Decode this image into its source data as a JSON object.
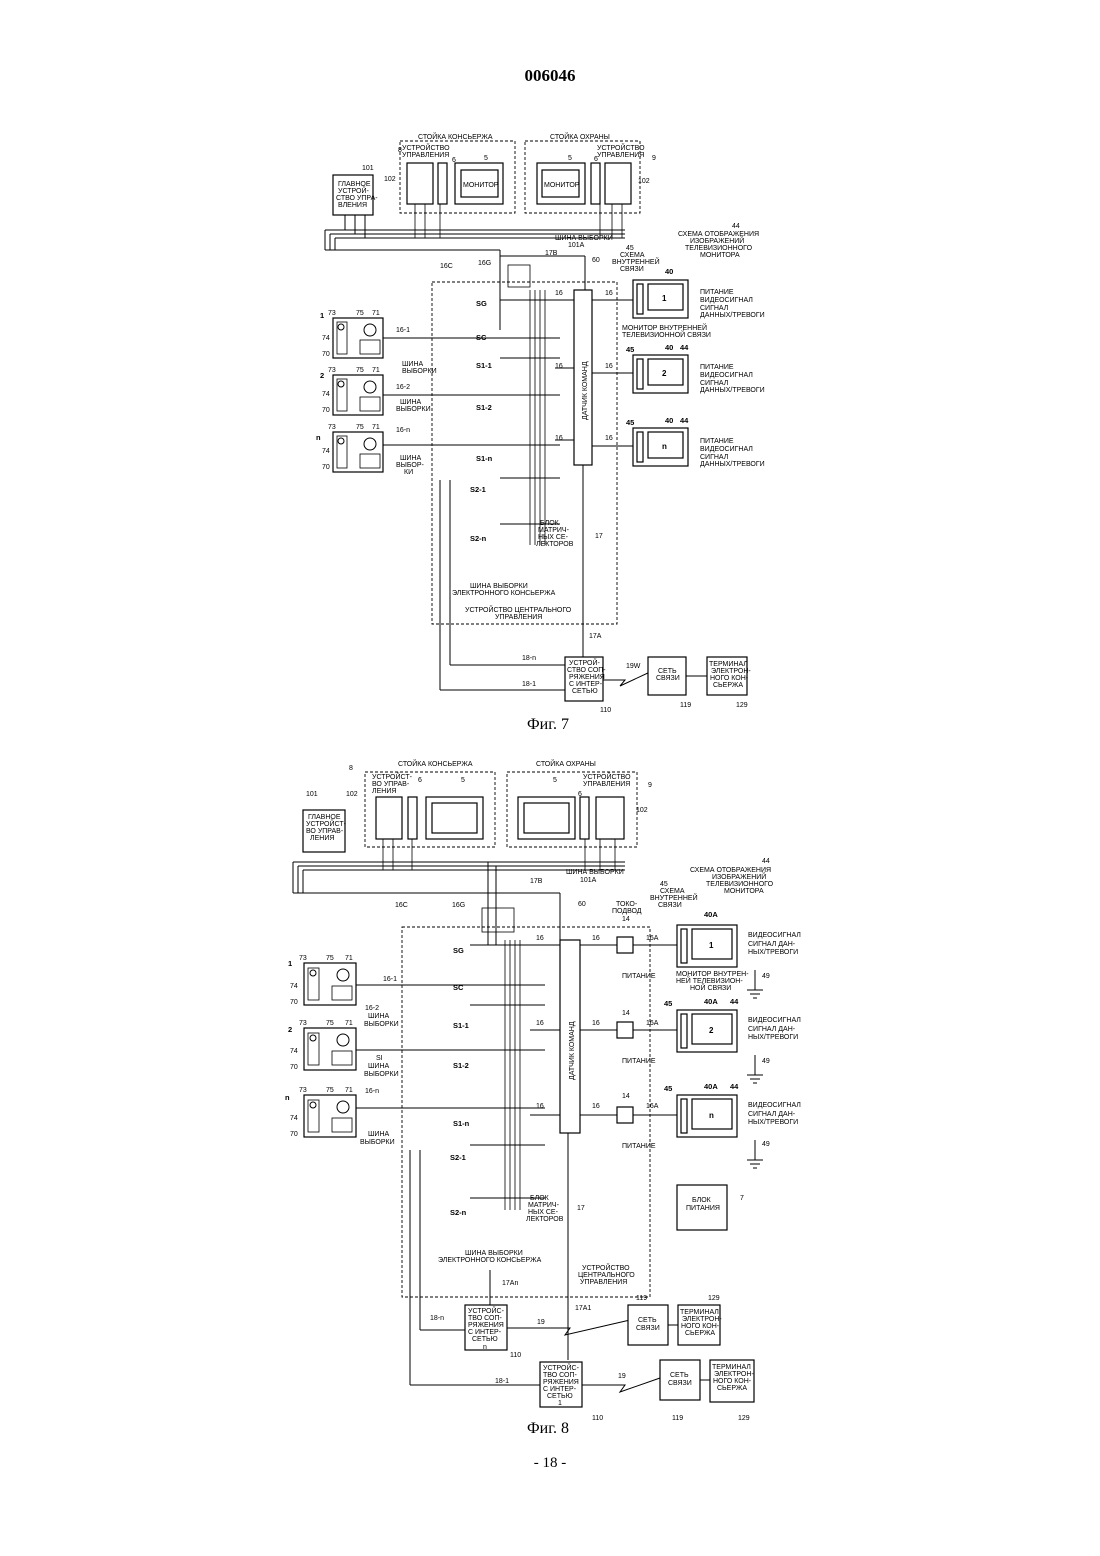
{
  "page": {
    "doc_number": "006046",
    "page_footer": "- 18 -"
  },
  "fig7": {
    "caption": "Фиг. 7",
    "concierge_stand": "СТОЙКА КОНСЬЕРЖА",
    "security_stand": "СТОЙКА ОХРАНЫ",
    "control_device_1": "УСТРОЙСТВО",
    "control_device_2": "УПРАВЛЕНИЯ",
    "monitor": "МОНИТОР",
    "main_ctrl": [
      "ГЛАВНОЕ",
      "УСТРОЙ-",
      "СТВО УПРА-",
      "ВЛЕНИЯ"
    ],
    "bus_select": "ШИНА ВЫБОРКИ",
    "bus_select_lines": [
      "ШИНА",
      "ВЫБОРКИ"
    ],
    "bus_select_lines_n": [
      "ШИНА",
      "ВЫБОР-",
      "КИ"
    ],
    "tv_display_circuit": [
      "СХЕМА ОТОБРАЖЕНИЯ",
      "ИЗОБРАЖЕНИЙ",
      "ТЕЛЕВИЗИОННОГО",
      "МОНИТОРА"
    ],
    "intercom_circuit": [
      "СХЕМА",
      "ВНУТРЕННЕЙ",
      "СВЯЗИ"
    ],
    "signals": [
      "ПИТАНИЕ",
      "ВИДЕОСИГНАЛ",
      "СИГНАЛ",
      "ДАННЫХ/ТРЕВОГИ"
    ],
    "intercom_monitor": [
      "МОНИТОР ВНУТРЕННЕЙ",
      "ТЕЛЕВИЗИОННОЙ СВЯЗИ"
    ],
    "command_sensor": "ДАТЧИК КОМАНД",
    "matrix_block": [
      "БЛОК",
      "МАТРИЧ-",
      "НЫХ СЕ-",
      "ЛЕКТОРОВ"
    ],
    "e_concierge_bus": [
      "ШИНА ВЫБОРКИ",
      "ЭЛЕКТРОННОГО КОНСЬЕРЖА"
    ],
    "central_ctrl": [
      "УСТРОЙСТВО ЦЕНТРАЛЬНОГО",
      "УПРАВЛЕНИЯ"
    ],
    "net_iface": [
      "УСТРОЙ-",
      "СТВО СОП-",
      "РЯЖЕНИЯ",
      "С ИНТЕР-",
      "СЕТЬЮ"
    ],
    "comm_net": [
      "СЕТЬ",
      "СВЯЗИ"
    ],
    "terminal": [
      "ТЕРМИНАЛ",
      "ЭЛЕКТРОН-",
      "НОГО КОН-",
      "СЬЕРЖА"
    ],
    "selectors": [
      "SG",
      "SC",
      "S1-1",
      "S1-2",
      "S1-n",
      "S2-1",
      "S2-n"
    ],
    "monitor_numbers": [
      "1",
      "2",
      "n"
    ],
    "station_numbers": [
      "1",
      "2",
      "n"
    ],
    "ref": {
      "r5": "5",
      "r6": "6",
      "r8": "8",
      "r9": "9",
      "r101": "101",
      "r102": "102",
      "r101A": "101A",
      "r17B": "17B",
      "r16C": "16C",
      "r16G": "16G",
      "r60": "60",
      "r16": "16",
      "r40": "40",
      "r44": "44",
      "r45": "45",
      "r73": "73",
      "r75": "75",
      "r71": "71",
      "r74": "74",
      "r70": "70",
      "r16_1": "16-1",
      "r16_2": "16-2",
      "r16_n": "16-n",
      "r17": "17",
      "r17A": "17A",
      "r18_n": "18-n",
      "r18_1": "18-1",
      "r19W": "19W",
      "r110": "110",
      "r119": "119",
      "r129": "129"
    }
  },
  "fig8": {
    "caption": "Фиг. 8",
    "concierge_stand": "СТОЙКА КОНСЬЕРЖА",
    "security_stand": "СТОЙКА ОХРАНЫ",
    "control_device_a": [
      "УСТРОЙСТ-",
      "ВО УПРАВ-",
      "ЛЕНИЯ"
    ],
    "control_device_b": [
      "УСТРОЙСТВО",
      "УПРАВЛЕНИЯ"
    ],
    "main_ctrl": [
      "ГЛАВНОЕ",
      "УСТРОЙСТ-",
      "ВО УПРАВ-",
      "ЛЕНИЯ"
    ],
    "bus_select": "ШИНА ВЫБОРКИ",
    "bus_select_lines": [
      "ШИНА",
      "ВЫБОРКИ"
    ],
    "tv_display_circuit": [
      "СХЕМА ОТОБРАЖЕНИЯ",
      "ИЗОБРАЖЕНИЙ",
      "ТЕЛЕВИЗИОННОГО",
      "МОНИТОРА"
    ],
    "intercom_circuit": [
      "СХЕМА",
      "ВНУТРЕННЕЙ",
      "СВЯЗИ"
    ],
    "current_lead": [
      "ТОКО-",
      "ПОДВОД"
    ],
    "power": "ПИТАНИЕ",
    "video": "ВИДЕОСИГНАЛ",
    "data_alarm": [
      "СИГНАЛ ДАН-",
      "НЫХ/ТРЕВОГИ"
    ],
    "intercom_monitor": [
      "МОНИТОР ВНУТРЕН-",
      "НЕЙ ТЕЛЕВИЗИОН-",
      "НОЙ СВЯЗИ"
    ],
    "command_sensor": "ДАТЧИК КОМАНД",
    "matrix_block": [
      "БЛОК",
      "МАТРИЧ-",
      "НЫХ СЕ-",
      "ЛЕКТОРОВ"
    ],
    "power_block": [
      "БЛОК",
      "ПИТАНИЯ"
    ],
    "e_concierge_bus": [
      "ШИНА ВЫБОРКИ",
      "ЭЛЕКТРОННОГО КОНСЬЕРЖА"
    ],
    "central_ctrl": [
      "УСТРОЙСТВО",
      "ЦЕНТРАЛЬНОГО",
      "УПРАВЛЕНИЯ"
    ],
    "net_iface": [
      "УСТРОЙС-",
      "ТВО СОП-",
      "РЯЖЕНИЯ",
      "С ИНТЕР-",
      "СЕТЬЮ"
    ],
    "iface_n": "n",
    "iface_1": "1",
    "comm_net": [
      "СЕТЬ",
      "СВЯЗИ"
    ],
    "terminal": [
      "ТЕРМИНАЛ",
      "ЭЛЕКТРОН-",
      "НОГО КОН-",
      "СЬЕРЖА"
    ],
    "selectors": [
      "SG",
      "SC",
      "S1-1",
      "S1-2",
      "S1-n",
      "S2-1",
      "S2-n"
    ],
    "monitor_numbers": [
      "1",
      "2",
      "n"
    ],
    "station_numbers": [
      "1",
      "2",
      "n"
    ],
    "ref": {
      "r5": "5",
      "r6": "6",
      "r7": "7",
      "r8": "8",
      "r9": "9",
      "r14": "14",
      "r16A": "16A",
      "r40A": "40A",
      "r49": "49",
      "r101": "101",
      "r102": "102",
      "r101A": "101A",
      "r17B": "17B",
      "r16C": "16C",
      "r16G": "16G",
      "r60": "60",
      "r16": "16",
      "r44": "44",
      "r45": "45",
      "r73": "73",
      "r75": "75",
      "r71": "71",
      "r74": "74",
      "r70": "70",
      "r16_1": "16-1",
      "r16_2": "16-2",
      "r16_n": "16-n",
      "r17": "17",
      "r17An": "17An",
      "r17A1": "17A1",
      "r18_n": "18-n",
      "r18_1": "18-1",
      "r19": "19",
      "r110": "110",
      "r119": "119",
      "r129": "129",
      "rSI": "SI"
    }
  }
}
